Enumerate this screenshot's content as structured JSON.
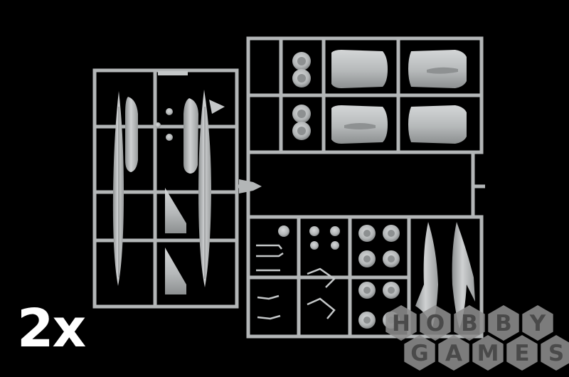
{
  "multiplier_label": "2x",
  "watermark": {
    "row1": [
      "H",
      "O",
      "B",
      "B",
      "Y"
    ],
    "row2": [
      "G",
      "A",
      "M",
      "E",
      "S"
    ],
    "hex_color": "#8d8d8d",
    "text_color": "#4a4a4a"
  },
  "colors": {
    "background": "#000000",
    "plastic": "#b9bcbd"
  }
}
